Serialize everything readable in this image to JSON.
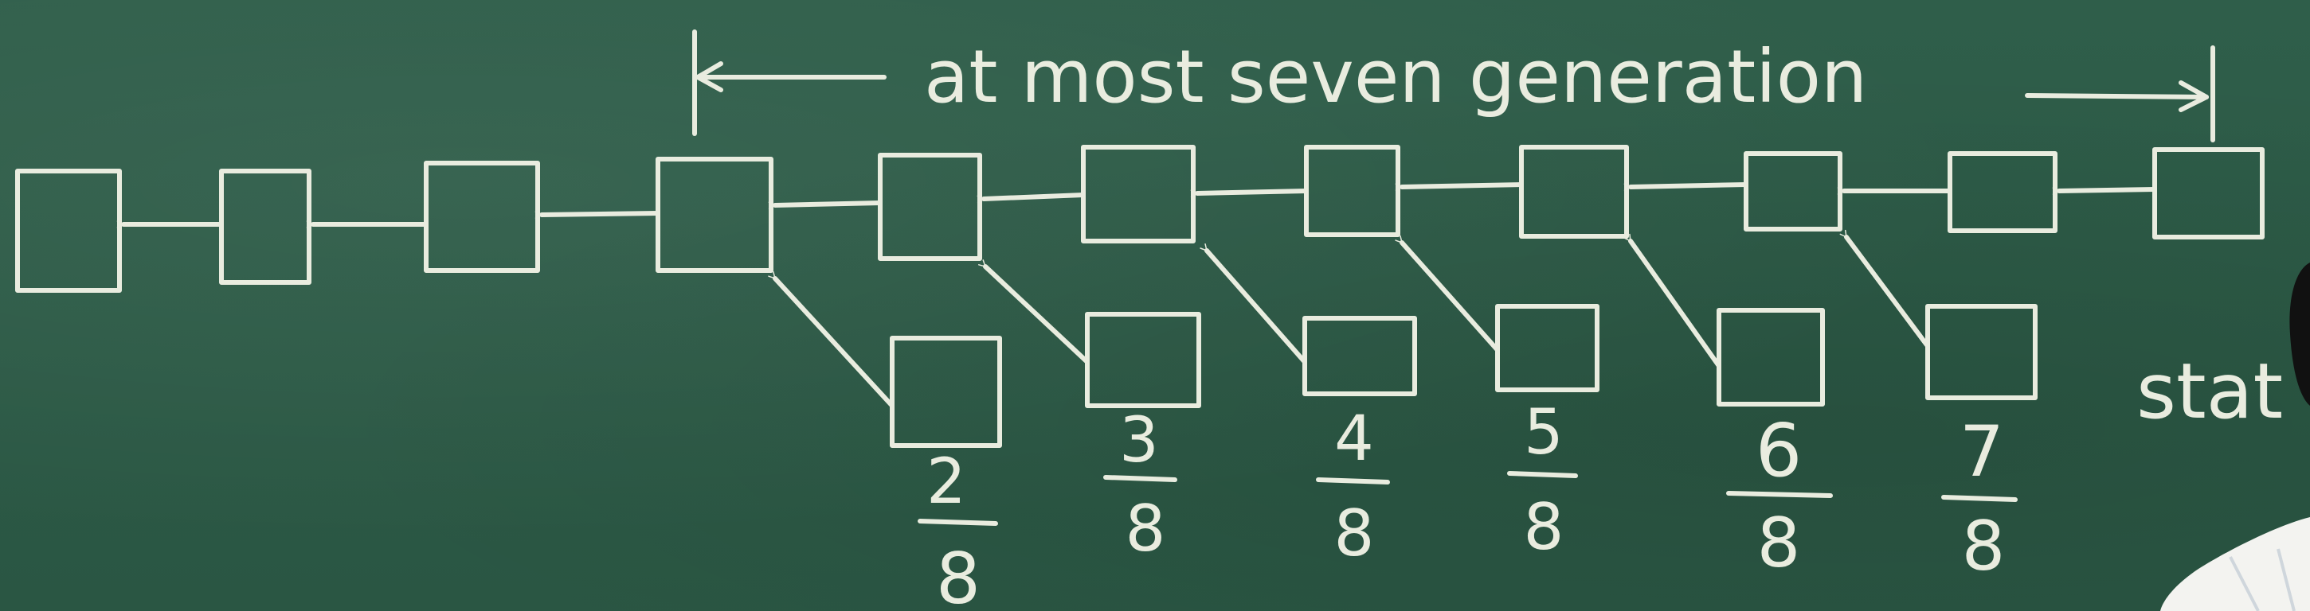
{
  "header": {
    "label": "at most seven generation"
  },
  "main_chain": {
    "node_count": 11
  },
  "uncles": {
    "node_count": 6
  },
  "fractions": [
    {
      "numerator": "2",
      "denominator": "8"
    },
    {
      "numerator": "3",
      "denominator": "8"
    },
    {
      "numerator": "4",
      "denominator": "8"
    },
    {
      "numerator": "5",
      "denominator": "8"
    },
    {
      "numerator": "6",
      "denominator": "8"
    },
    {
      "numerator": "7",
      "denominator": "8"
    }
  ],
  "side_text": "stat",
  "colors": {
    "board": "#2e5b47",
    "chalk": "#e9ecdf"
  }
}
